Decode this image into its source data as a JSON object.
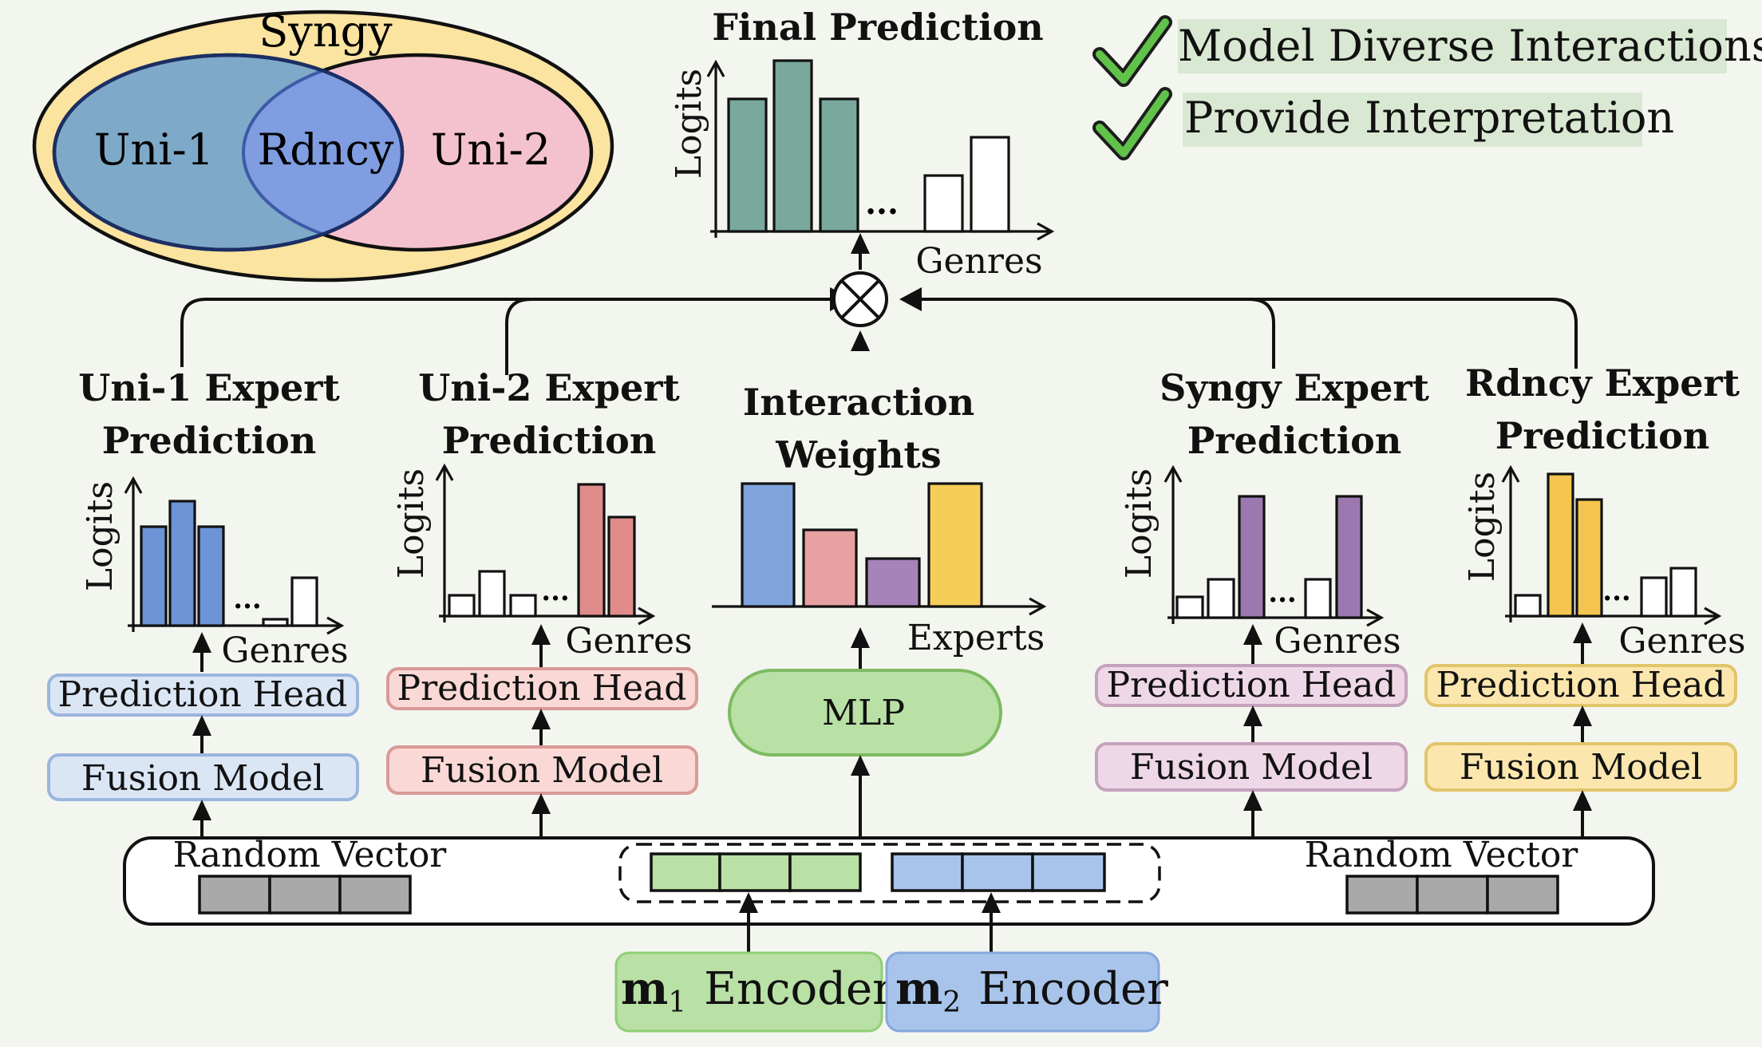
{
  "venn": {
    "outer_label": "Syngy",
    "left_label": "Uni-1",
    "center_label": "Rdncy",
    "right_label": "Uni-2"
  },
  "checklist": [
    {
      "text": "Model Diverse Interactions"
    },
    {
      "text": "Provide Interpretation"
    }
  ],
  "final_prediction": {
    "title": "Final Prediction",
    "ylabel": "Logits",
    "xlabel": "Genres",
    "ellipsis": "..."
  },
  "interaction": {
    "title_line1": "Interaction",
    "title_line2": "Weights",
    "xlabel": "Experts",
    "mlp_label": "MLP"
  },
  "experts": [
    {
      "title_line1": "Uni-1 Expert",
      "title_line2": "Prediction",
      "ylabel": "Logits",
      "xlabel": "Genres",
      "head": "Prediction Head",
      "fusion": "Fusion Model",
      "color": "#6c94d6"
    },
    {
      "title_line1": "Uni-2 Expert",
      "title_line2": "Prediction",
      "ylabel": "Logits",
      "xlabel": "Genres",
      "head": "Prediction Head",
      "fusion": "Fusion Model",
      "color": "#e08c8a"
    },
    {
      "title_line1": "Syngy Expert",
      "title_line2": "Prediction",
      "ylabel": "Logits",
      "xlabel": "Genres",
      "head": "Prediction Head",
      "fusion": "Fusion Model",
      "color": "#9b79b0"
    },
    {
      "title_line1": "Rdncy Expert",
      "title_line2": "Prediction",
      "ylabel": "Logits",
      "xlabel": "Genres",
      "head": "Prediction Head",
      "fusion": "Fusion Model",
      "color": "#f4c64f"
    }
  ],
  "inputs": {
    "random_vector_left": "Random Vector",
    "random_vector_right": "Random Vector",
    "m1_encoder": "Encoder",
    "m2_encoder": "Encoder",
    "m1_symbol": "m",
    "m1_sub": "1",
    "m2_symbol": "m",
    "m2_sub": "2"
  },
  "colors": {
    "final_bars": "#79a99c",
    "uni1": "#6c94d6",
    "uni2": "#e08c8a",
    "syngy": "#9b79b0",
    "rdncy": "#f4c64f",
    "mlp_fill": "#b9e0a5",
    "m1_fill": "#b9e0a5",
    "m2_fill": "#a9c4eb"
  }
}
